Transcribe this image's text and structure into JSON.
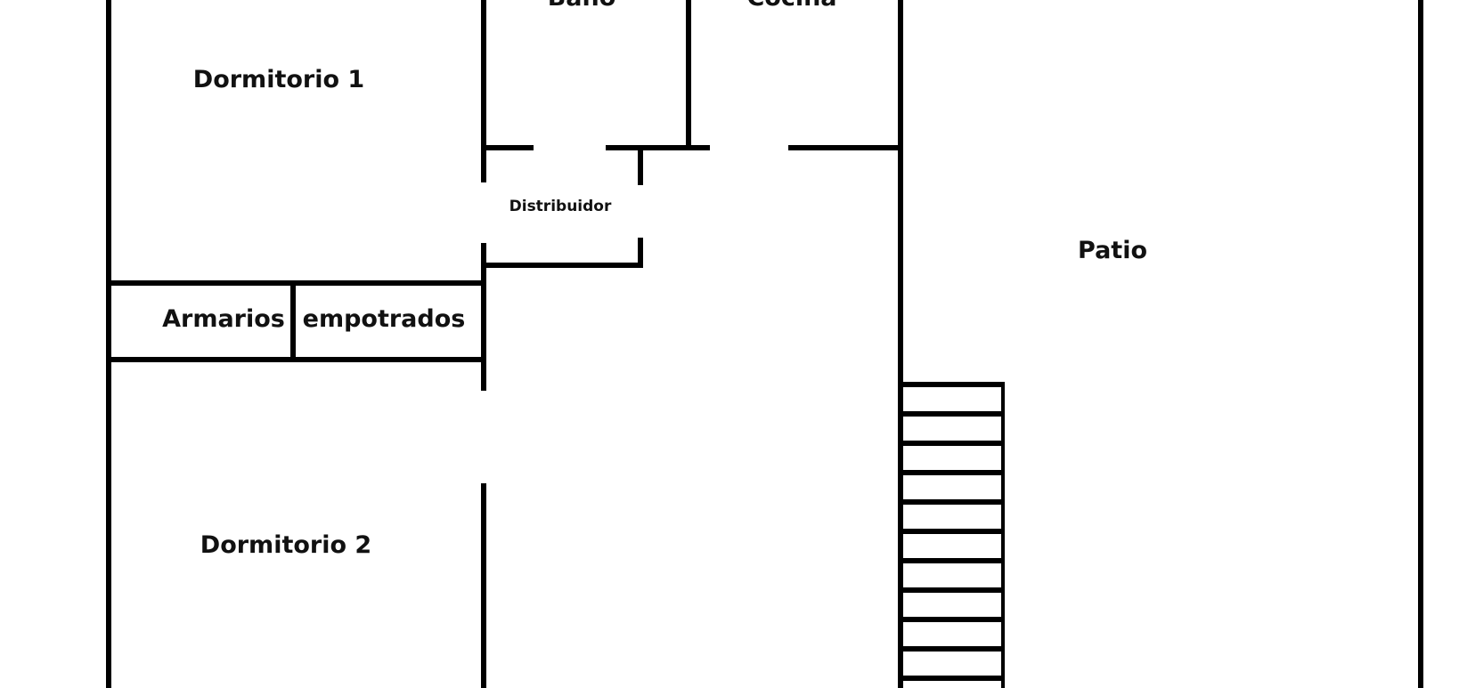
{
  "rooms": {
    "bathroom": "Baño",
    "kitchen": "Cocina",
    "bedroom1": "Dormitorio 1",
    "hall": "Distribuidor",
    "patio": "Patio",
    "closets_a": "Armarios",
    "closets_b": "empotrados",
    "bedroom2": "Dormitorio 2"
  },
  "stairs": {
    "visible_steps": 11
  },
  "colors": {
    "wall": "#000000",
    "background": "#ffffff"
  }
}
